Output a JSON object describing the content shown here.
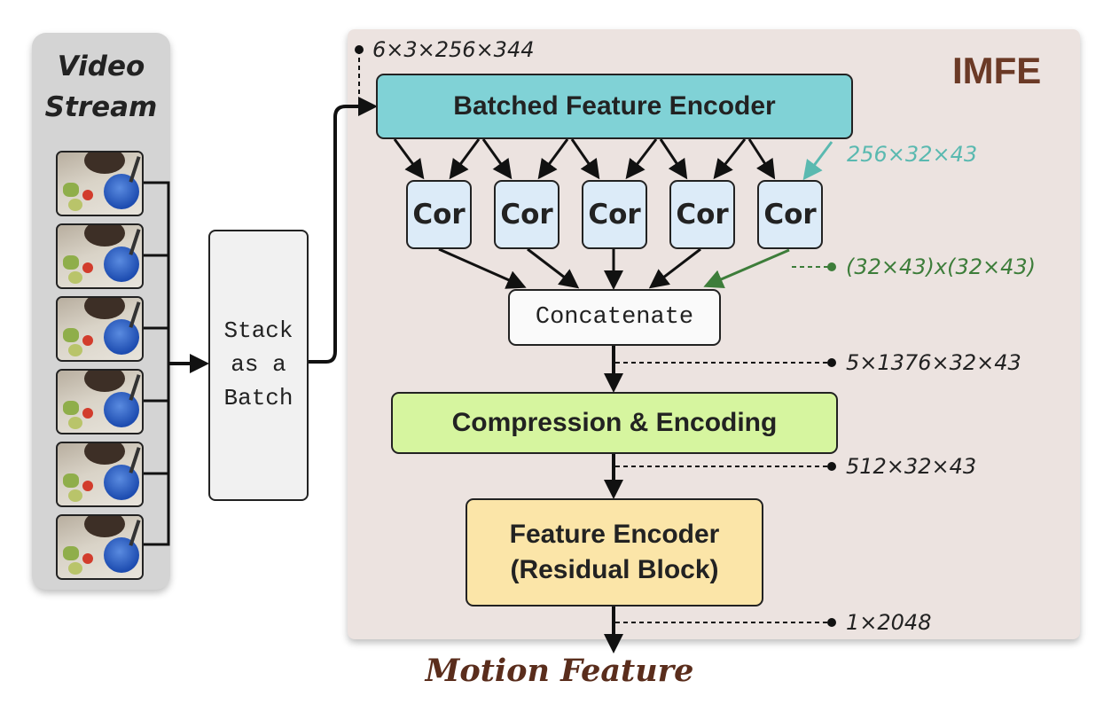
{
  "video_stream": {
    "title_line1": "Video",
    "title_line2": "Stream",
    "frame_count": 6
  },
  "stack": {
    "label": "Stack\nas a\nBatch"
  },
  "imfe": {
    "title": "IMFE",
    "input_shape": "6×3×256×344",
    "batched_encoder": "Batched Feature Encoder",
    "feature_shape": "256×32×43",
    "cor_label": "Cor",
    "cor_count": 5,
    "cor_shape": "(32×43)x(32×43)",
    "concatenate": "Concatenate",
    "concat_shape": "5×1376×32×43",
    "compression": "Compression & Encoding",
    "compression_shape": "512×32×43",
    "feature_encoder_line1": "Feature Encoder",
    "feature_encoder_line2": "(Residual Block)",
    "output_shape": "1×2048"
  },
  "output": {
    "label": "Motion Feature"
  },
  "colors": {
    "imfe_title": "#6b3a26",
    "batched_encoder_fill": "#80d2d6",
    "cor_fill": "#dcebf8",
    "compression_fill": "#d6f59f",
    "feature_encoder_fill": "#fbe5a8",
    "teal_annotation": "#5ab9b0",
    "green_annotation": "#3d7d3a",
    "motion_feature": "#5a2d1c"
  }
}
